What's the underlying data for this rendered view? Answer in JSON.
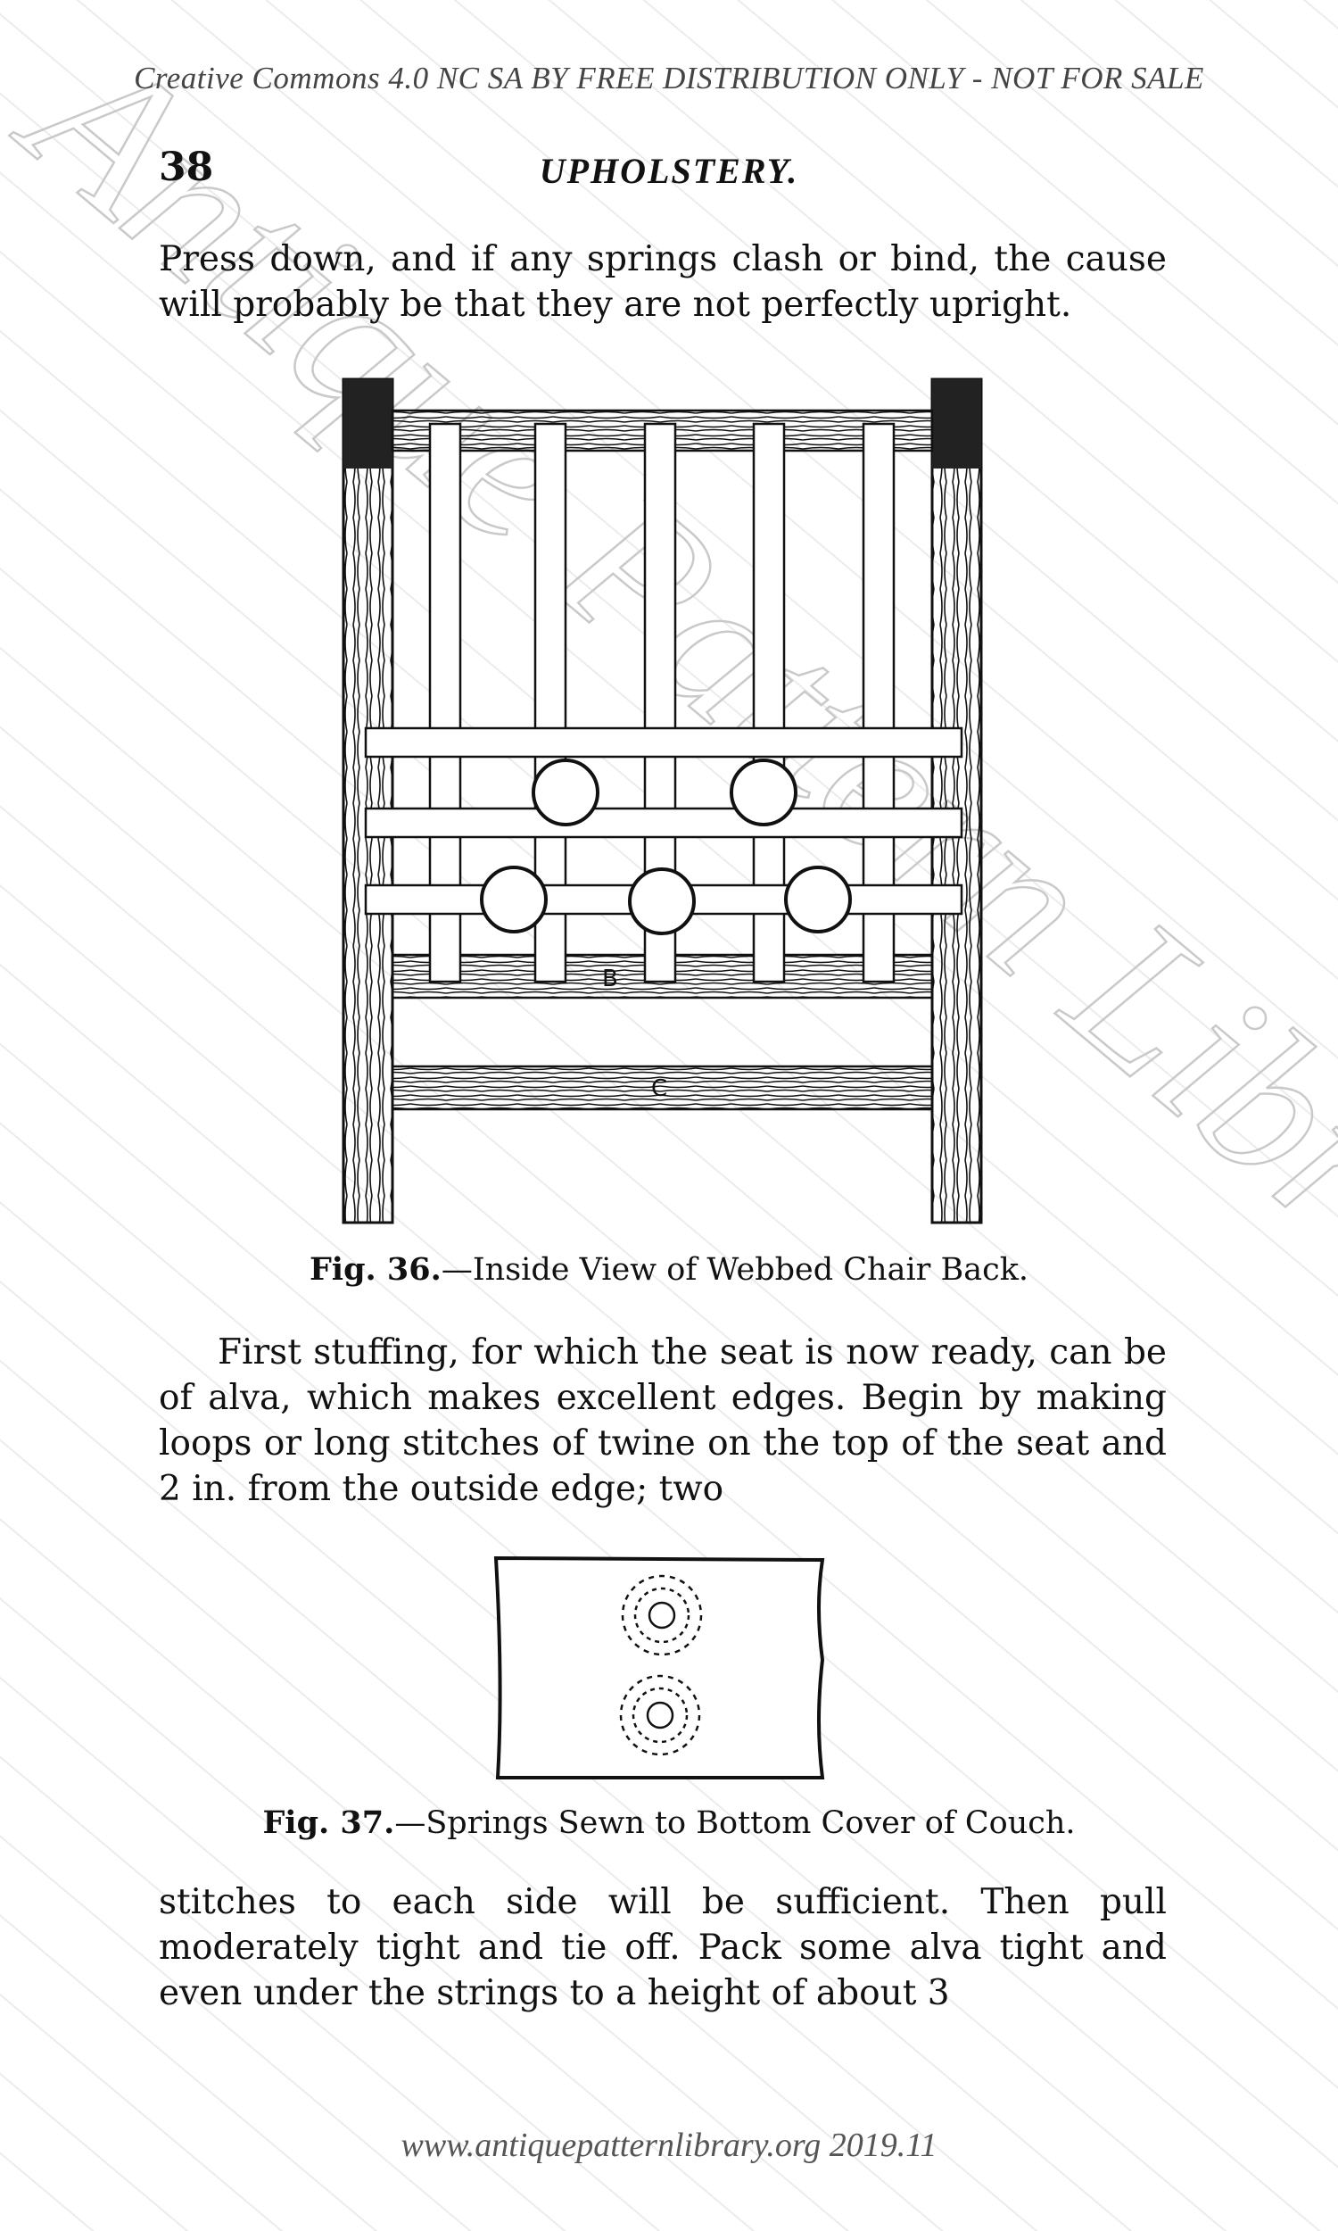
{
  "header": {
    "license": "Creative Commons 4.0 NC SA BY FREE DISTRIBUTION ONLY - NOT FOR SALE",
    "page_number": "38",
    "running_head": "UPHOLSTERY."
  },
  "paragraphs": [
    "Press down, and if any springs clash or bind, the cause will probably be that they are not perfectly upright.",
    "First stuffing, for which the seat is now ready, can be of alva, which makes excellent edges. Begin by making loops or long stitches of twine on the top of the seat and 2 in. from the outside edge; two",
    "stitches to each side will be sufficient. Then pull moderately tight and tie off. Pack some alva tight and even under the strings to a height of about 3"
  ],
  "figures": {
    "fig36": {
      "label": "Fig. 36.",
      "caption": "—Inside View of Webbed Chair Back.",
      "letters": {
        "b": "B",
        "c": "C"
      }
    },
    "fig37": {
      "label": "Fig. 37.",
      "caption": "—Springs Sewn to Bottom Cover of Couch."
    }
  },
  "watermark": {
    "diagonal_text": "Antique Pattern Library",
    "footer": "www.antiquepatternlibrary.org 2019.11"
  }
}
